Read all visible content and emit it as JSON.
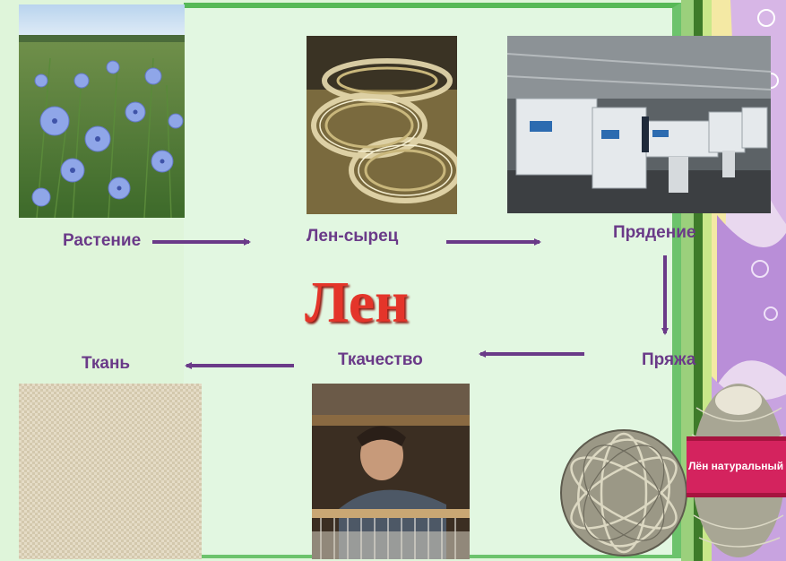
{
  "title": "Лен",
  "stages": {
    "plant": "Растение",
    "raw_flax": "Лен-сырец",
    "spinning": "Прядение",
    "yarn": "Пряжа",
    "weaving": "Ткачество",
    "fabric": "Ткань"
  },
  "yarn_label": "Лён натуральный",
  "colors": {
    "background": "#dff5da",
    "frame": "#6cc36c",
    "label": "#6a3a88",
    "arrow": "#6a3a88",
    "title": "#e4352a"
  }
}
